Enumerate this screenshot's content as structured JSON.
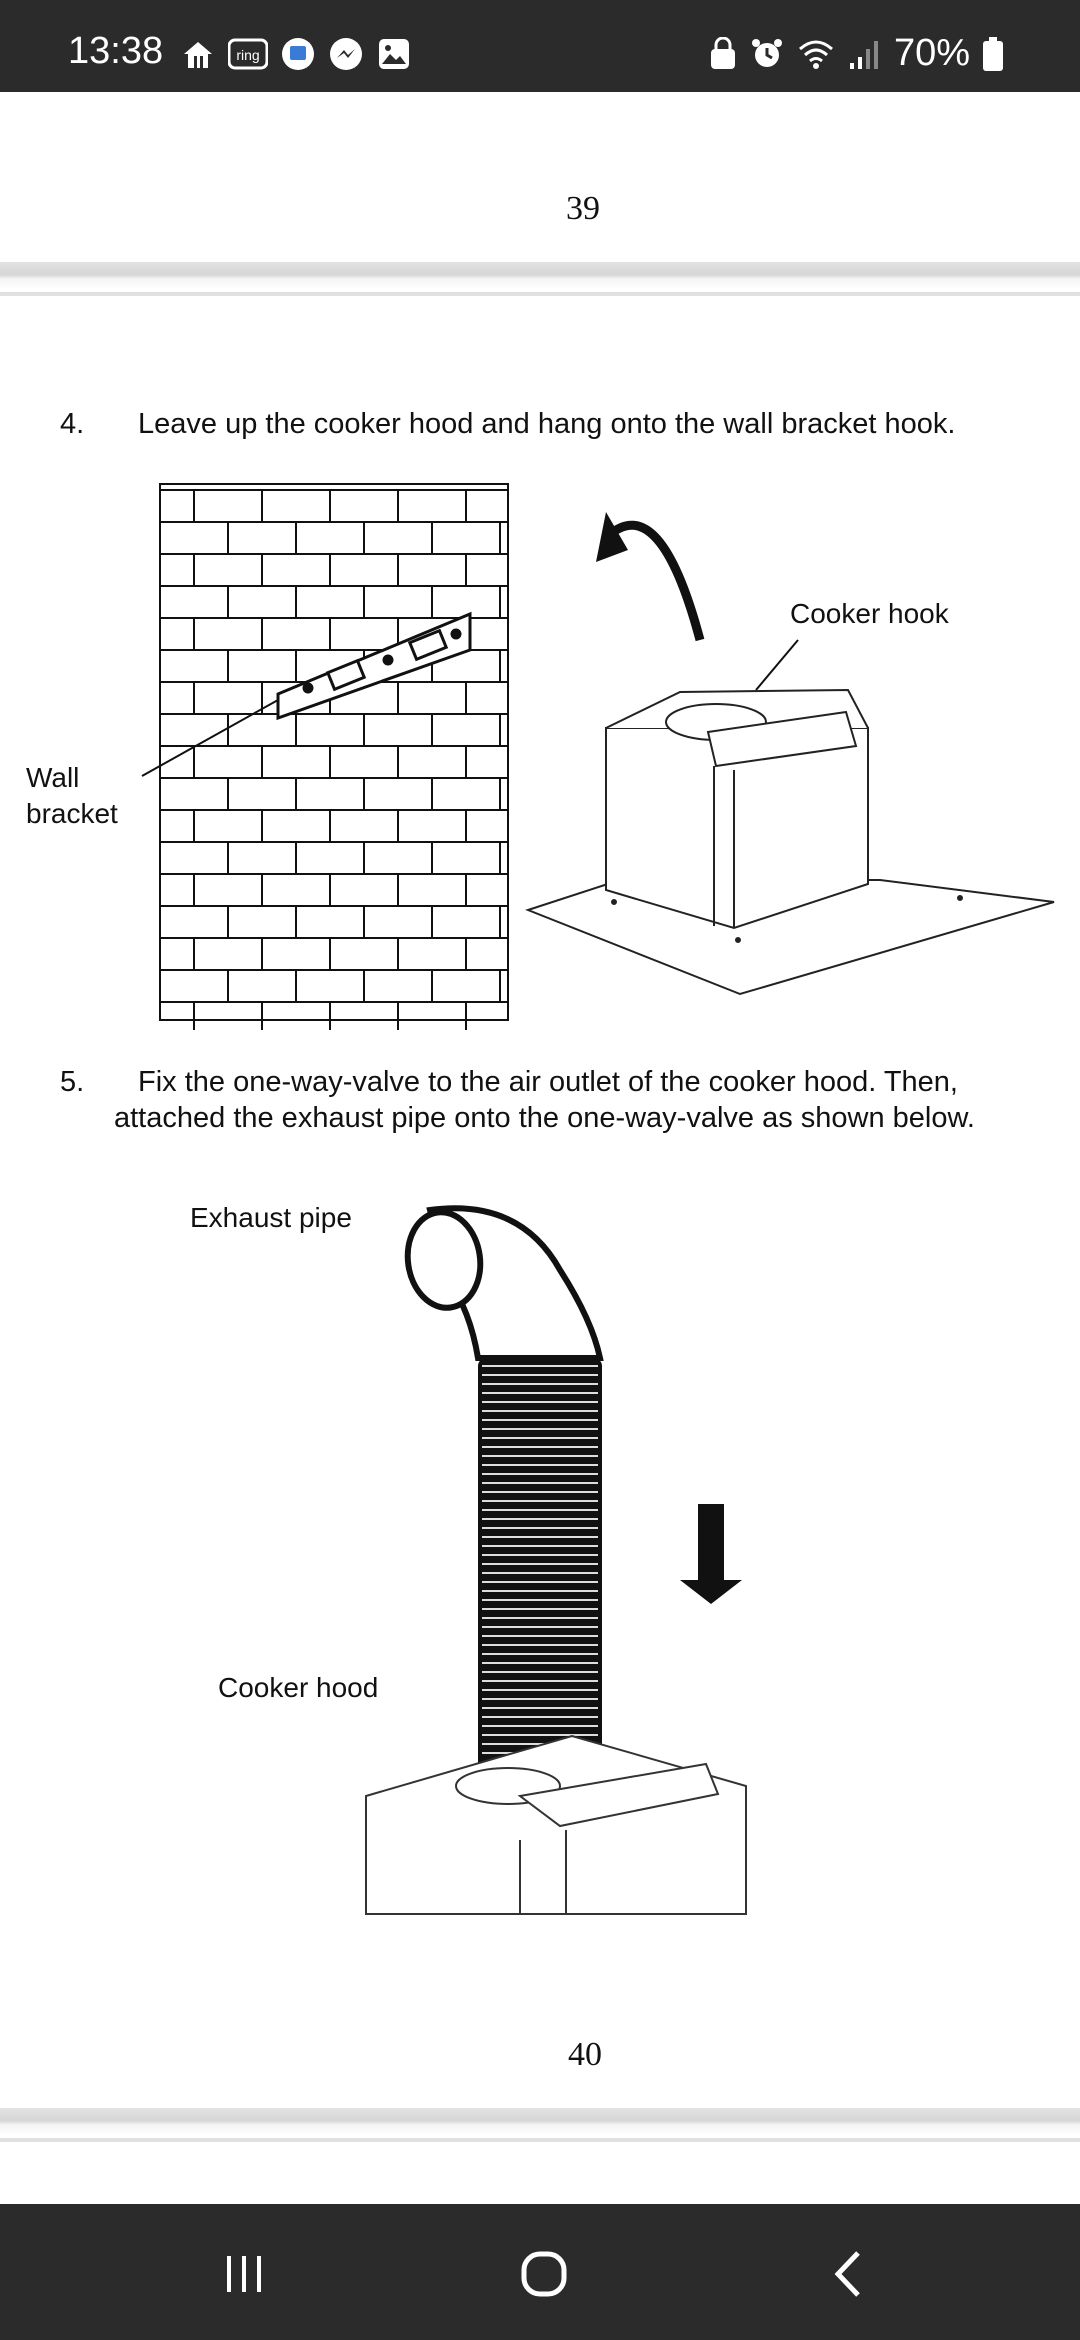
{
  "status_bar": {
    "time": "13:38",
    "battery": "70%",
    "left_icons": [
      "app-icon",
      "ring-icon",
      "chat-icon",
      "messenger-icon",
      "gallery-icon"
    ],
    "right_icons": [
      "lock-icon",
      "alarm-icon",
      "wifi-icon",
      "signal-icon",
      "battery-icon"
    ]
  },
  "document": {
    "page_39_number": "39",
    "step4": {
      "number": "4.",
      "text": "Leave up the cooker hood and hang onto the wall bracket hook."
    },
    "fig1": {
      "label_cooker_hook": "Cooker hook",
      "label_wall": "Wall",
      "label_bracket": "bracket"
    },
    "step5": {
      "number": "5.",
      "line1": "Fix the one-way-valve to the air outlet of the cooker hood. Then,",
      "line2": "attached the exhaust pipe onto the one-way-valve as shown below."
    },
    "fig2": {
      "label_exhaust_pipe": "Exhaust pipe",
      "label_cooker_hood": "Cooker hood"
    },
    "page_40_number": "40"
  },
  "nav_bar": {
    "buttons": [
      "recent-apps",
      "home",
      "back"
    ]
  }
}
